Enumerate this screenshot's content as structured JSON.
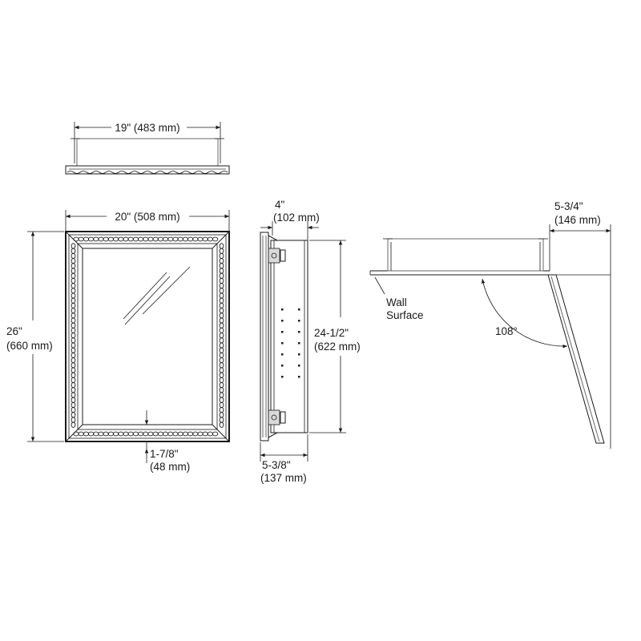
{
  "top_view": {
    "width_label": "19\" (483 mm)"
  },
  "front_view": {
    "width_label": "20\" (508 mm)",
    "height_label_in": "26\"",
    "height_label_mm": "(660 mm)",
    "frame_label_in": "1-7/8\"",
    "frame_label_mm": "(48 mm)"
  },
  "side_view": {
    "depth_label_in": "4\"",
    "depth_label_mm": "(102 mm)",
    "inner_height_label_in": "24-1/2\"",
    "inner_height_label_mm": "(622 mm)",
    "total_depth_label_in": "5-3/8\"",
    "total_depth_label_mm": "(137 mm)"
  },
  "door_swing_view": {
    "projection_label_in": "5-3/4\"",
    "projection_label_mm": "(146 mm)",
    "wall_label_line1": "Wall",
    "wall_label_line2": "Surface",
    "angle_label": "108°"
  }
}
